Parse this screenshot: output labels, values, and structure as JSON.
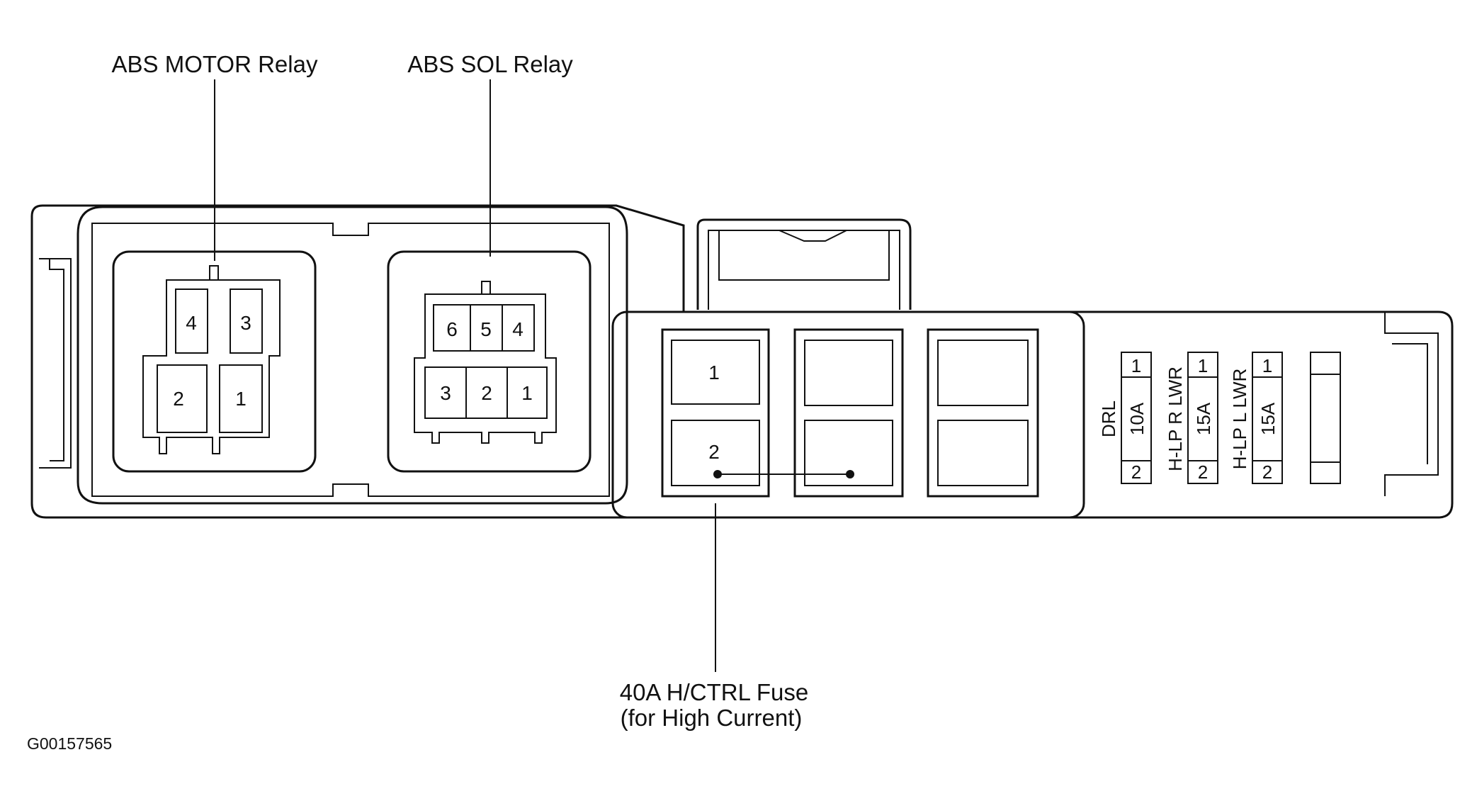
{
  "callouts": {
    "abs_motor_relay": "ABS MOTOR Relay",
    "abs_sol_relay": "ABS SOL Relay",
    "fuse_40a_line1": "40A H/CTRL Fuse",
    "fuse_40a_line2": "(for High Current)"
  },
  "abs_motor_relay_pins": {
    "p4": "4",
    "p3": "3",
    "p2": "2",
    "p1": "1"
  },
  "abs_sol_relay_pins": {
    "p6": "6",
    "p5": "5",
    "p4": "4",
    "p3": "3",
    "p2": "2",
    "p1": "1"
  },
  "h_ctrl_fuse_slots": {
    "top": "1",
    "bottom": "2"
  },
  "mini_fuses": [
    {
      "name": "DRL",
      "rating": "10A",
      "top_pin": "1",
      "bottom_pin": "2"
    },
    {
      "name": "H-LP R LWR",
      "rating": "15A",
      "top_pin": "1",
      "bottom_pin": "2"
    },
    {
      "name": "H-LP L LWR",
      "rating": "15A",
      "top_pin": "1",
      "bottom_pin": "2"
    }
  ],
  "figure_code": "G00157565"
}
